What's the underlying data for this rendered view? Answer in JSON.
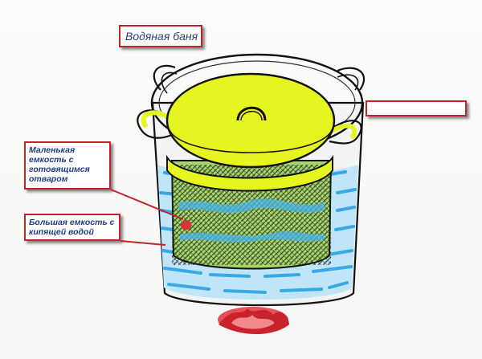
{
  "diagram": {
    "title": "Водяная баня",
    "callout_empty": "",
    "callout_small_vessel": "Маленькая емкость с готовящимся отваром",
    "callout_large_vessel": "Большая емкость с кипящей водой"
  },
  "colors": {
    "label_border": "#c0242b",
    "label_text": "#1f3c8a",
    "title_text": "#2a3f7f",
    "lid_yellow": "#e6f51f",
    "water_blue": "#3aaee8",
    "herb_green": "#5f9a38",
    "flame_red": "#e0343a"
  }
}
